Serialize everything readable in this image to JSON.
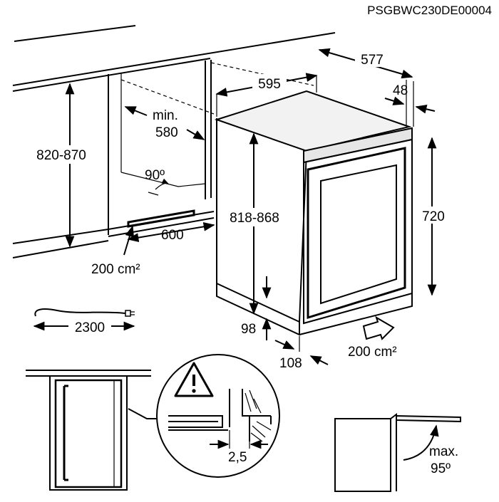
{
  "reference_code": "PSGBWC230DE00004",
  "dimensions": {
    "depth_total": "577",
    "width": "595",
    "door_depth": "48",
    "niche_height": "820-870",
    "min_depth_line1": "min.",
    "min_depth_line2": "580",
    "angle": "90º",
    "appliance_height": "818-868",
    "height_720": "720",
    "depth_600": "600",
    "vent_area_left": "200 cm²",
    "cable_length": "2300",
    "plinth_height": "98",
    "plinth_depth": "108",
    "vent_area_right": "200 cm²",
    "gap": "2,5",
    "door_opening_line1": "max.",
    "door_opening_line2": "95º"
  },
  "icons": [
    "warning-icon",
    "power-plug-icon",
    "airflow-arrow-icon"
  ]
}
